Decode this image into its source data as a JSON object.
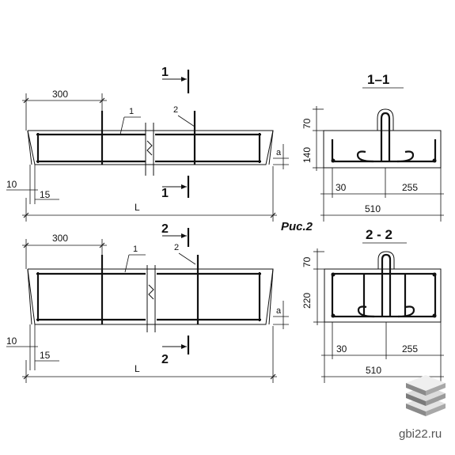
{
  "figure_label": "Рис.2",
  "watermark": "gbi22.ru",
  "top_elevation": {
    "dim_top": "300",
    "dim_left_offset": "10",
    "dim_bottom_offset": "15",
    "dim_length": "L",
    "leader_1": "1",
    "leader_2": "2",
    "edge_mark": "a",
    "cut_top": "1",
    "cut_bottom": "1"
  },
  "bottom_elevation": {
    "dim_top": "300",
    "dim_left_offset": "10",
    "dim_bottom_offset": "15",
    "dim_length": "L",
    "leader_1": "1",
    "leader_2": "2",
    "edge_mark": "a",
    "cut_top": "2",
    "cut_bottom": "2"
  },
  "section_1": {
    "title": "1–1",
    "dim_upper": "70",
    "dim_lower": "140",
    "dim_left": "30",
    "dim_right": "255",
    "dim_width": "510"
  },
  "section_2": {
    "title": "2 - 2",
    "dim_upper": "70",
    "dim_lower": "220",
    "dim_left": "30",
    "dim_right": "255",
    "dim_width": "510"
  },
  "colors": {
    "ink": "#111111",
    "watermark_text": "#555555",
    "logo_light": "#d9d9d9",
    "logo_dark": "#7a7a7a"
  }
}
